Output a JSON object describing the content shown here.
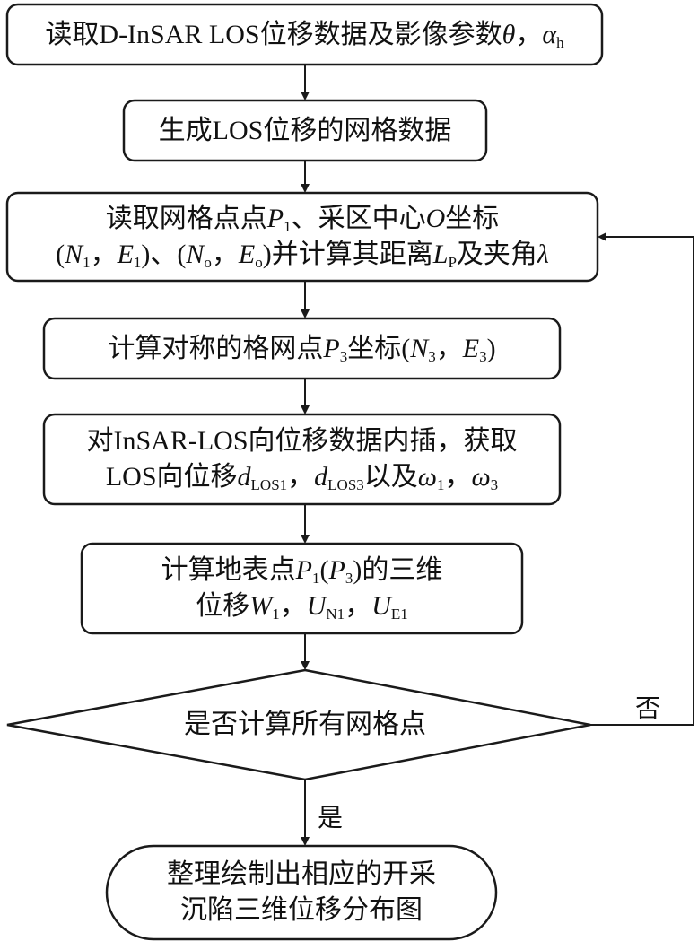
{
  "steps": [
    {
      "id": "step-read-data",
      "lines": [
        [
          {
            "t": "读取D-InSAR LOS位移数据及影像参数"
          },
          {
            "t": "θ",
            "i": 1
          },
          {
            "t": "，"
          },
          {
            "t": "α",
            "i": 1
          },
          {
            "s": "h"
          }
        ]
      ]
    },
    {
      "id": "step-generate-grid",
      "lines": [
        [
          {
            "t": "生成LOS位移的网格数据"
          }
        ]
      ]
    },
    {
      "id": "step-read-grid-point",
      "lines": [
        [
          {
            "t": "读取网格点点"
          },
          {
            "t": "P",
            "i": 1
          },
          {
            "s": "1"
          },
          {
            "t": "、采区中心"
          },
          {
            "t": "O",
            "i": 1
          },
          {
            "t": "坐标"
          }
        ],
        [
          {
            "t": "("
          },
          {
            "t": "N",
            "i": 1
          },
          {
            "s": "1"
          },
          {
            "t": "，"
          },
          {
            "t": "E",
            "i": 1
          },
          {
            "s": "1"
          },
          {
            "t": ")、("
          },
          {
            "t": "N",
            "i": 1
          },
          {
            "s": "o"
          },
          {
            "t": "，"
          },
          {
            "t": "E",
            "i": 1
          },
          {
            "s": "o"
          },
          {
            "t": ")并计算其距离"
          },
          {
            "t": "L",
            "i": 1
          },
          {
            "s": "P"
          },
          {
            "t": "及夹角"
          },
          {
            "t": "λ",
            "i": 1
          }
        ]
      ]
    },
    {
      "id": "step-symmetric-point",
      "lines": [
        [
          {
            "t": "计算对称的格网点"
          },
          {
            "t": "P",
            "i": 1
          },
          {
            "s": "3"
          },
          {
            "t": "坐标("
          },
          {
            "t": "N",
            "i": 1
          },
          {
            "s": "3"
          },
          {
            "t": "，"
          },
          {
            "t": "E",
            "i": 1
          },
          {
            "s": "3"
          },
          {
            "t": ")"
          }
        ]
      ]
    },
    {
      "id": "step-interpolate",
      "lines": [
        [
          {
            "t": "对InSAR-LOS向位移数据内插，获取"
          }
        ],
        [
          {
            "t": "LOS向位移"
          },
          {
            "t": "d",
            "i": 1
          },
          {
            "s": "LOS1"
          },
          {
            "t": "，"
          },
          {
            "t": "d",
            "i": 1
          },
          {
            "s": "LOS3"
          },
          {
            "t": "以及"
          },
          {
            "t": "ω",
            "i": 1
          },
          {
            "s": "1"
          },
          {
            "t": "，"
          },
          {
            "t": "ω",
            "i": 1
          },
          {
            "s": "3"
          }
        ]
      ]
    },
    {
      "id": "step-compute-3d",
      "lines": [
        [
          {
            "t": "计算地表点"
          },
          {
            "t": "P",
            "i": 1
          },
          {
            "s": "1"
          },
          {
            "t": "("
          },
          {
            "t": "P",
            "i": 1
          },
          {
            "s": "3"
          },
          {
            "t": ")的三维"
          }
        ],
        [
          {
            "t": "位移"
          },
          {
            "t": "W",
            "i": 1
          },
          {
            "s": "1"
          },
          {
            "t": "，"
          },
          {
            "t": "U",
            "i": 1
          },
          {
            "s": "N1"
          },
          {
            "t": "，"
          },
          {
            "t": "U",
            "i": 1
          },
          {
            "s": "E1"
          }
        ]
      ]
    }
  ],
  "decision": {
    "text": "是否计算所有网格点",
    "yes_label": "是",
    "no_label": "否"
  },
  "terminal": {
    "lines": [
      "整理绘制出相应的开采",
      "沉陷三维位移分布图"
    ]
  },
  "colors": {
    "stroke": "#1a1a1a",
    "background": "#ffffff"
  }
}
